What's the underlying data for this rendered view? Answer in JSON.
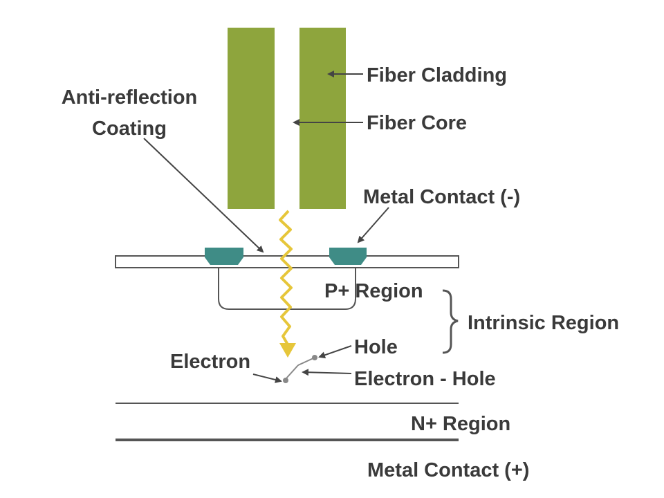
{
  "labels": {
    "fiber_cladding": "Fiber Cladding",
    "fiber_core": "Fiber Core",
    "anti_reflection_line1": "Anti-reflection",
    "anti_reflection_line2": "Coating",
    "metal_contact_neg": "Metal Contact (-)",
    "p_region": "P+ Region",
    "intrinsic_region": "Intrinsic Region",
    "hole": "Hole",
    "electron": "Electron",
    "electron_hole": "Electron - Hole",
    "n_region": "N+ Region",
    "metal_contact_pos": "Metal Contact (+)"
  },
  "colors": {
    "cladding": "#8ea53d",
    "core": "#ffffff",
    "contact_pad": "#3f8c86",
    "photon": "#e6c63a",
    "line": "#555555",
    "text": "#3a3a3a"
  }
}
